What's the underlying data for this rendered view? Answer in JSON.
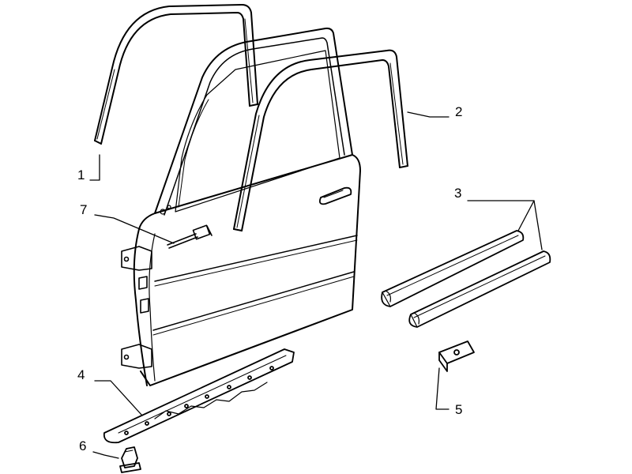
{
  "diagram": {
    "line_color": "#000000",
    "background": "#ffffff",
    "callouts": [
      {
        "id": "callout-1",
        "label": "1"
      },
      {
        "id": "callout-2",
        "label": "2"
      },
      {
        "id": "callout-3",
        "label": "3"
      },
      {
        "id": "callout-4",
        "label": "4"
      },
      {
        "id": "callout-5",
        "label": "5"
      },
      {
        "id": "callout-6",
        "label": "6"
      },
      {
        "id": "callout-7",
        "label": "7"
      }
    ]
  }
}
